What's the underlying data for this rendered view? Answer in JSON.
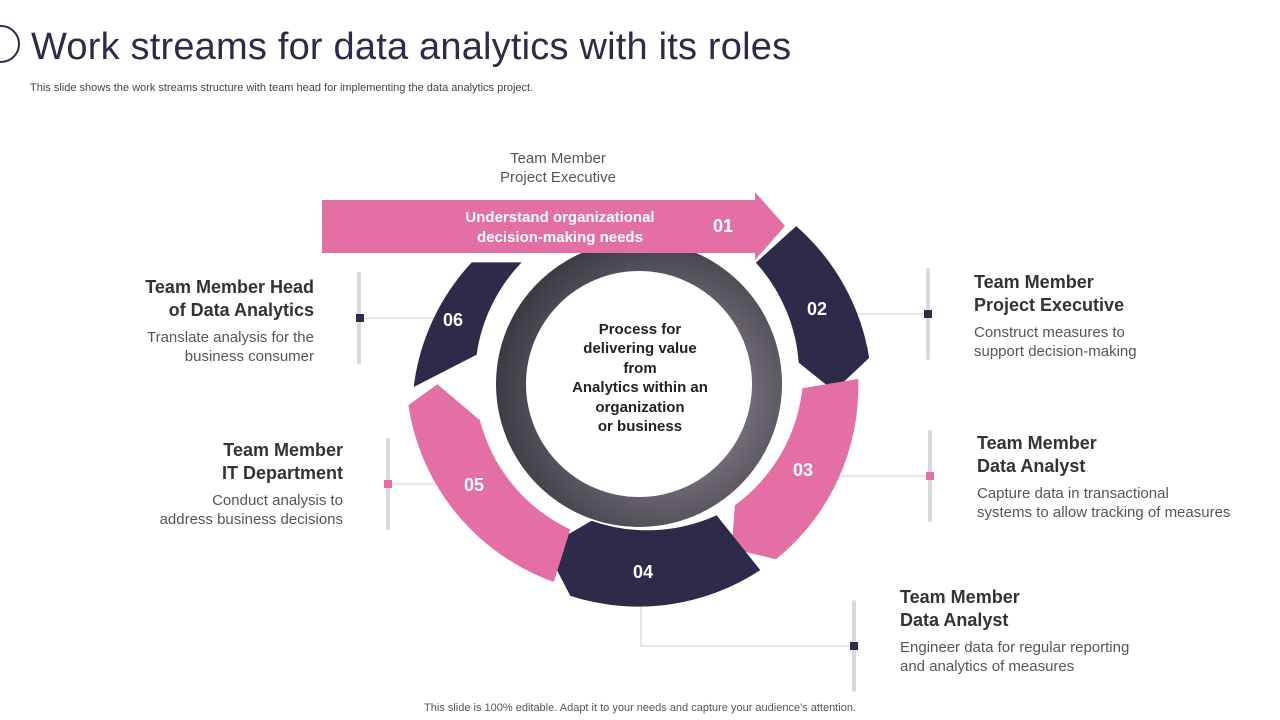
{
  "header": {
    "title": "Work streams for data analytics with its roles",
    "subtitle": "This slide shows the work streams structure with team head for implementing the data analytics project."
  },
  "footer": {
    "note": "This slide is 100% editable. Adapt it to your needs and capture your audience's attention."
  },
  "colors": {
    "pink": "#e36fa5",
    "navy": "#2e2a4a",
    "divider": "#cccccc"
  },
  "center": {
    "lines": [
      "Process for",
      "delivering value",
      "from",
      "Analytics within an",
      "organization",
      "or business"
    ]
  },
  "steps": [
    {
      "number": "01",
      "banner_lines": [
        "Understand organizational",
        "decision-making needs"
      ],
      "head_lines": [
        "Team Member",
        "Project Executive"
      ]
    },
    {
      "number": "02",
      "head_lines": [
        "Team Member",
        "Project Executive"
      ],
      "desc_lines": [
        "Construct measures to",
        "support decision-making"
      ]
    },
    {
      "number": "03",
      "head_lines": [
        "Team Member",
        "Data Analyst"
      ],
      "desc_lines": [
        "Capture data in transactional",
        "systems to allow tracking of measures"
      ]
    },
    {
      "number": "04",
      "head_lines": [
        "Team Member",
        "Data Analyst"
      ],
      "desc_lines": [
        "Engineer data for regular reporting",
        "and analytics of measures"
      ]
    },
    {
      "number": "05",
      "head_lines": [
        "Team Member",
        "IT Department"
      ],
      "desc_lines": [
        "Conduct analysis to",
        "address business decisions"
      ]
    },
    {
      "number": "06",
      "head_lines": [
        "Team Member Head",
        "of Data Analytics"
      ],
      "desc_lines": [
        "Translate analysis for the",
        "business consumer"
      ]
    }
  ]
}
